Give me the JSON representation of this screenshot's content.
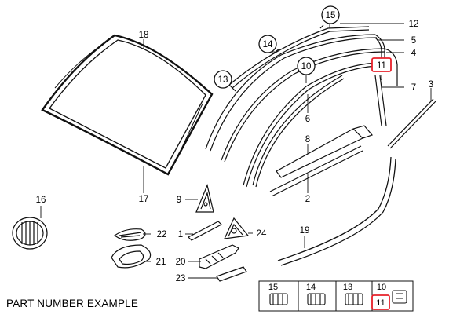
{
  "caption": "PART NUMBER EXAMPLE",
  "part_numbers": {
    "p1": "1",
    "p2": "2",
    "p3": "3",
    "p4": "4",
    "p5": "5",
    "p6": "6",
    "p7": "7",
    "p8": "8",
    "p9": "9",
    "p10": "10",
    "p11": "11",
    "p12": "12",
    "p13": "13",
    "p14": "14",
    "p15": "15",
    "p16": "16",
    "p17": "17",
    "p18": "18",
    "p19": "19",
    "p20": "20",
    "p21": "21",
    "p22": "22",
    "p23": "23",
    "p24": "24"
  },
  "highlight_color": "#e8202a"
}
